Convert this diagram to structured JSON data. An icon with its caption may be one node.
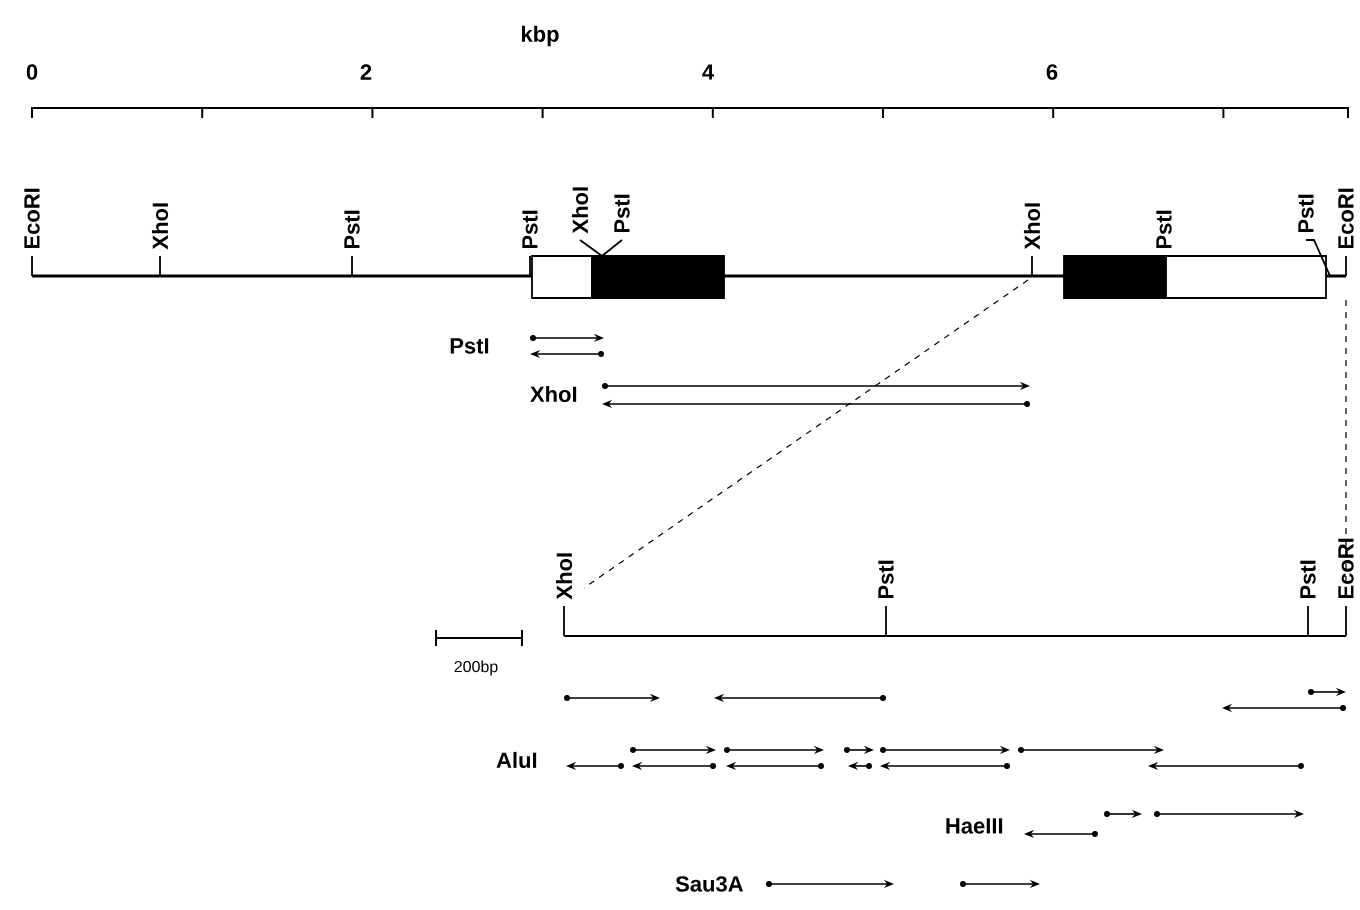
{
  "diagram": {
    "labels": [
      "kbp",
      "0",
      "2",
      "4",
      "6",
      "EcoRI",
      "XhoI",
      "PstI",
      "PstI",
      "XhoI",
      "PstI",
      "XhoI",
      "PstI",
      "PstI",
      "EcoRI",
      "PstI",
      "XhoI",
      "XhoI",
      "PstI",
      "PstI",
      "EcoRI",
      "200bp",
      "AluI",
      "HaeIII",
      "Sau3A"
    ]
  }
}
